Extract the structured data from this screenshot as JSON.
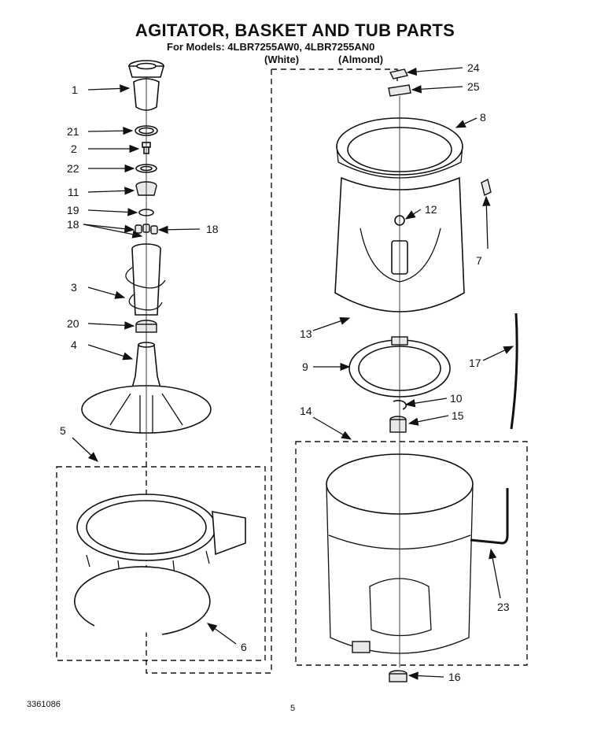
{
  "header": {
    "title": "AGITATOR, BASKET AND TUB PARTS",
    "models_line": "For Models: 4LBR7255AW0, 4LBR7255AN0",
    "white": "(White)",
    "almond": "(Almond)"
  },
  "callouts": {
    "c1": "1",
    "c21": "21",
    "c2": "2",
    "c22": "22",
    "c11": "11",
    "c19": "19",
    "c18a": "18",
    "c18b": "18",
    "c3": "3",
    "c20": "20",
    "c4": "4",
    "c5": "5",
    "c6": "6",
    "c24": "24",
    "c25": "25",
    "c8": "8",
    "c12": "12",
    "c7": "7",
    "c13": "13",
    "c9": "9",
    "c17": "17",
    "c10": "10",
    "c14": "14",
    "c15": "15",
    "c23": "23",
    "c16": "16"
  },
  "footer": {
    "doc_number": "3361086",
    "page_number": "5"
  }
}
